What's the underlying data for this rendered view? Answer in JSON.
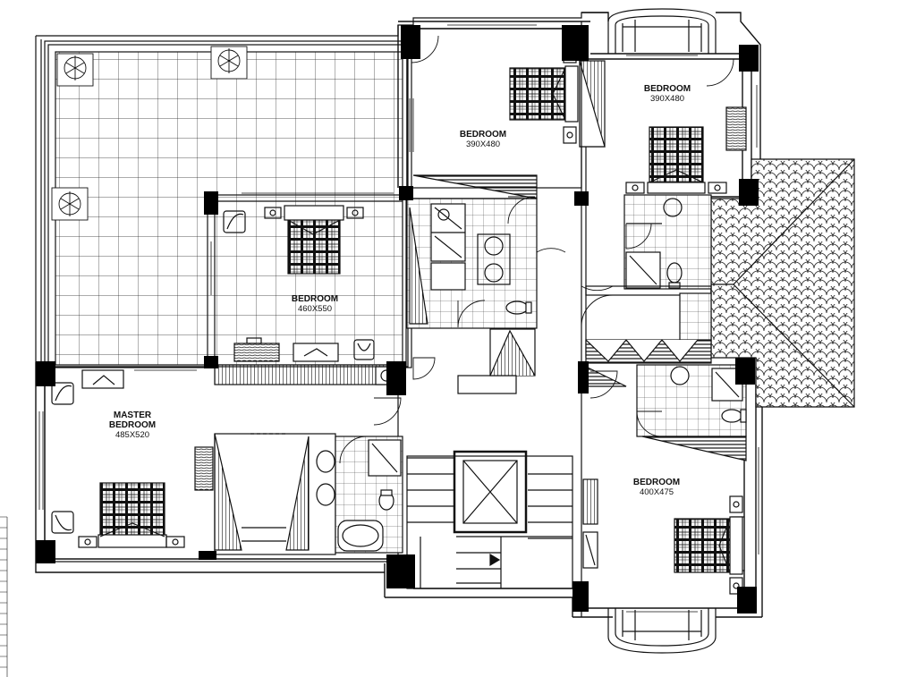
{
  "rooms": [
    {
      "id": "master",
      "name_lines": [
        "MASTER",
        "BEDROOM"
      ],
      "dimension": "485X520"
    },
    {
      "id": "bedroom-center-left",
      "name_lines": [
        "BEDROOM"
      ],
      "dimension": "460X550"
    },
    {
      "id": "bedroom-top-center",
      "name_lines": [
        "BEDROOM"
      ],
      "dimension": "390X480"
    },
    {
      "id": "bedroom-top-right",
      "name_lines": [
        "BEDROOM"
      ],
      "dimension": "390X480"
    },
    {
      "id": "bedroom-bottom-right",
      "name_lines": [
        "BEDROOM"
      ],
      "dimension": "400X475"
    }
  ],
  "colors": {
    "line": "#111111",
    "fill": "#ffffff",
    "column": "#000000"
  }
}
